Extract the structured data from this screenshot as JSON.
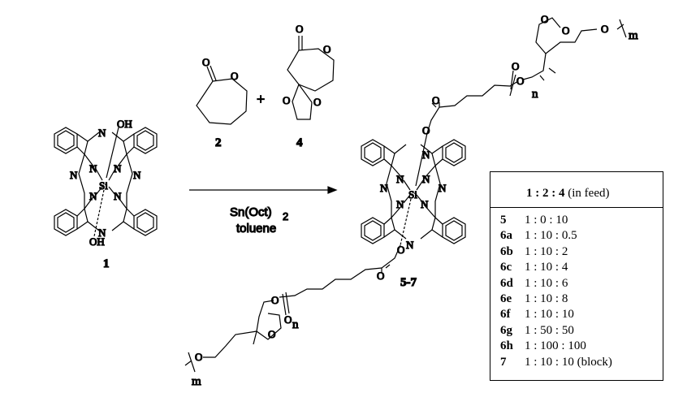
{
  "compounds": {
    "c1": "1",
    "c2": "2",
    "c4": "4",
    "product": "5-7",
    "plus": "+"
  },
  "atoms": {
    "si": "Si",
    "n": "N",
    "o": "O",
    "oh": "OH",
    "n_sub": "n",
    "m_sub": "m"
  },
  "reagents": {
    "catalyst": "Sn(Oct)",
    "catalyst_sub": "2",
    "solvent": "toluene"
  },
  "table": {
    "header_ratio": "1 : 2 : 4",
    "header_note": " (in feed)",
    "rows": [
      {
        "id": "5",
        "ratio": "1 : 0 : 10"
      },
      {
        "id": "6a",
        "ratio": "1 : 10 : 0.5"
      },
      {
        "id": "6b",
        "ratio": "1 : 10 : 2"
      },
      {
        "id": "6c",
        "ratio": "1 : 10 : 4"
      },
      {
        "id": "6d",
        "ratio": "1 : 10 : 6"
      },
      {
        "id": "6e",
        "ratio": "1 : 10 : 8"
      },
      {
        "id": "6f",
        "ratio": "1 : 10 : 10"
      },
      {
        "id": "6g",
        "ratio": "1 : 50 : 50"
      },
      {
        "id": "6h",
        "ratio": "1 : 100 : 100"
      },
      {
        "id": "7",
        "ratio": "1 : 10 : 10 (block)"
      }
    ]
  }
}
